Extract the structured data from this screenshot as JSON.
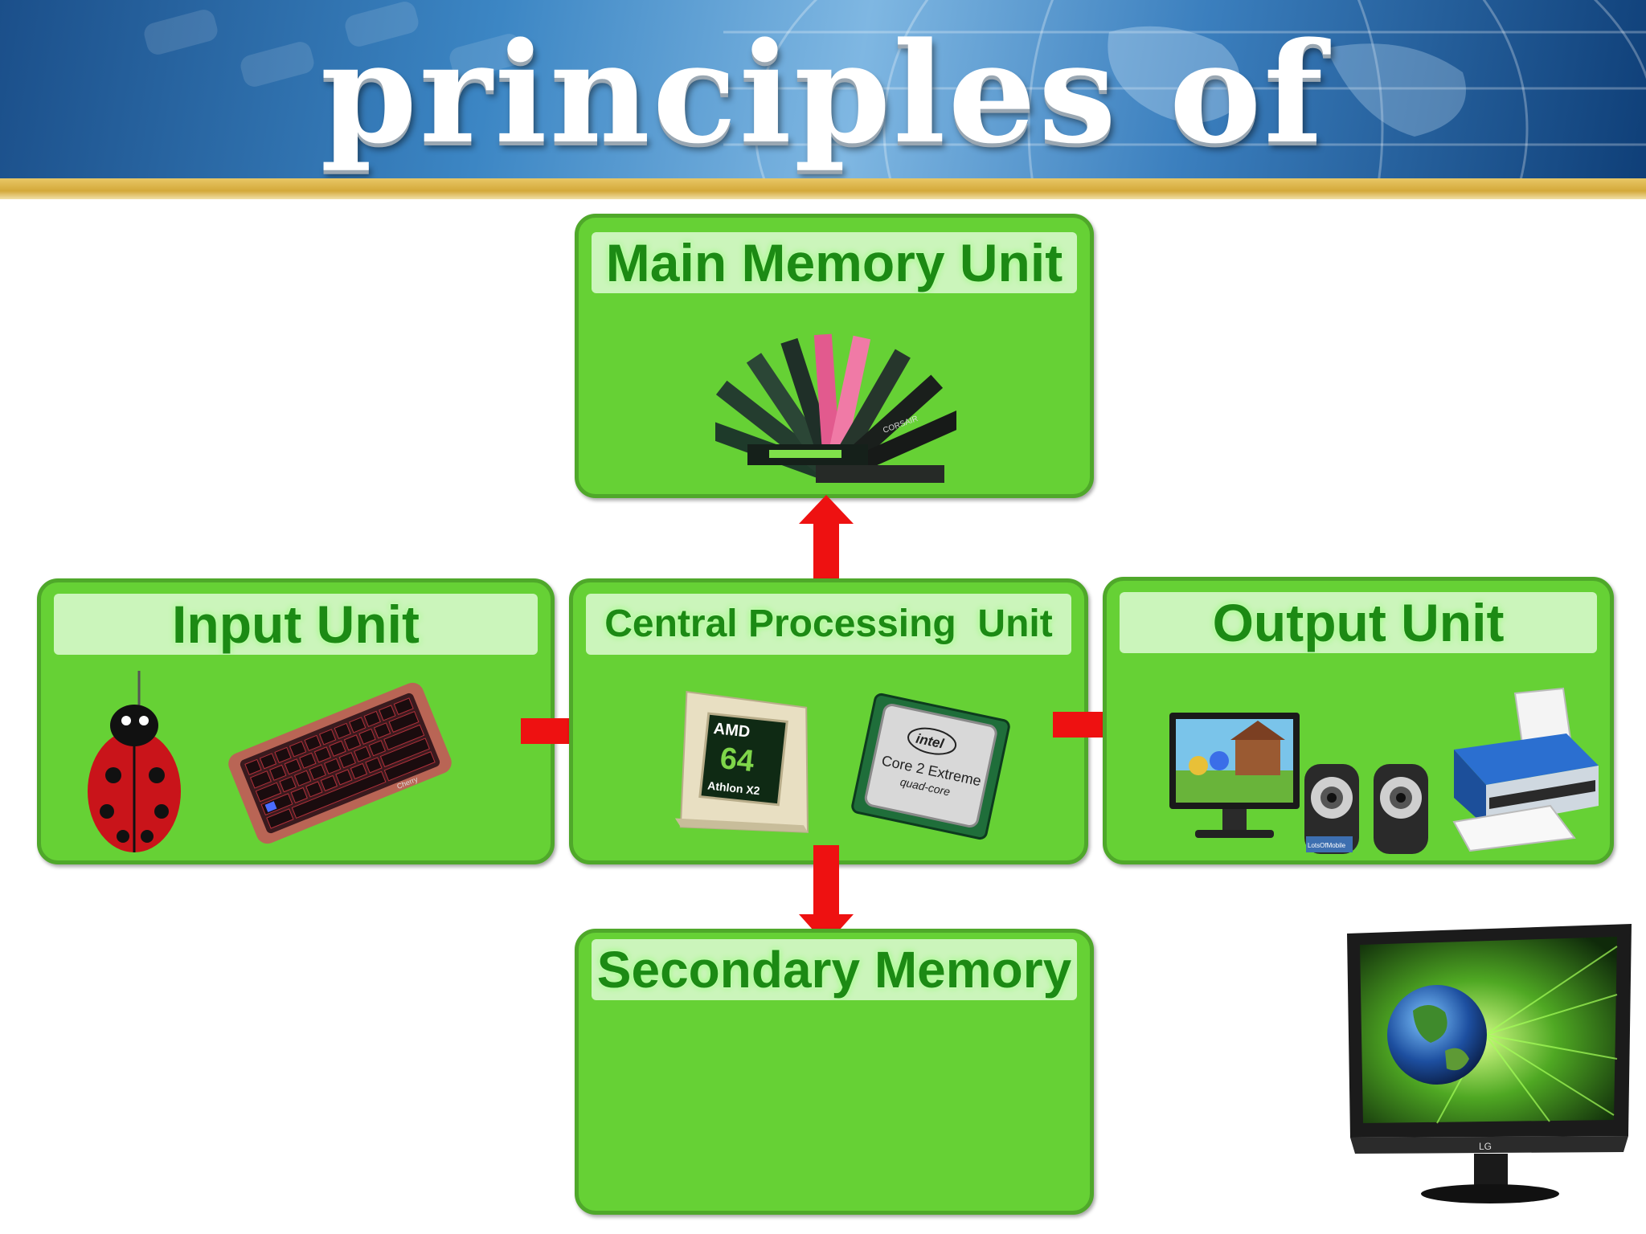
{
  "title": "principles of computer",
  "units": {
    "main_memory": {
      "label": "Main Memory Unit"
    },
    "input": {
      "label": "Input Unit"
    },
    "cpu": {
      "label": "Central Processing  Unit"
    },
    "output": {
      "label": "Output Unit"
    },
    "secondary": {
      "label": "Secondary Memory"
    }
  },
  "chips": {
    "amd_brand": "AMD",
    "amd_model": "64",
    "amd_series": "Athlon X2",
    "intel_brand": "intel",
    "intel_model": "Core 2 Extreme",
    "intel_sub": "quad-core"
  },
  "ram_brand": "CORSAIR",
  "keyboard_brand": "Cherry",
  "speaker_brand": "LotsOfMobile",
  "monitor_brand": "LG",
  "colors": {
    "box_fill": "#66d135",
    "box_border": "#4fa82a",
    "label_text": "#1c8a14",
    "arrow": "#ee1111",
    "header": "#2f78b8",
    "stripe": "#d4a93a"
  }
}
